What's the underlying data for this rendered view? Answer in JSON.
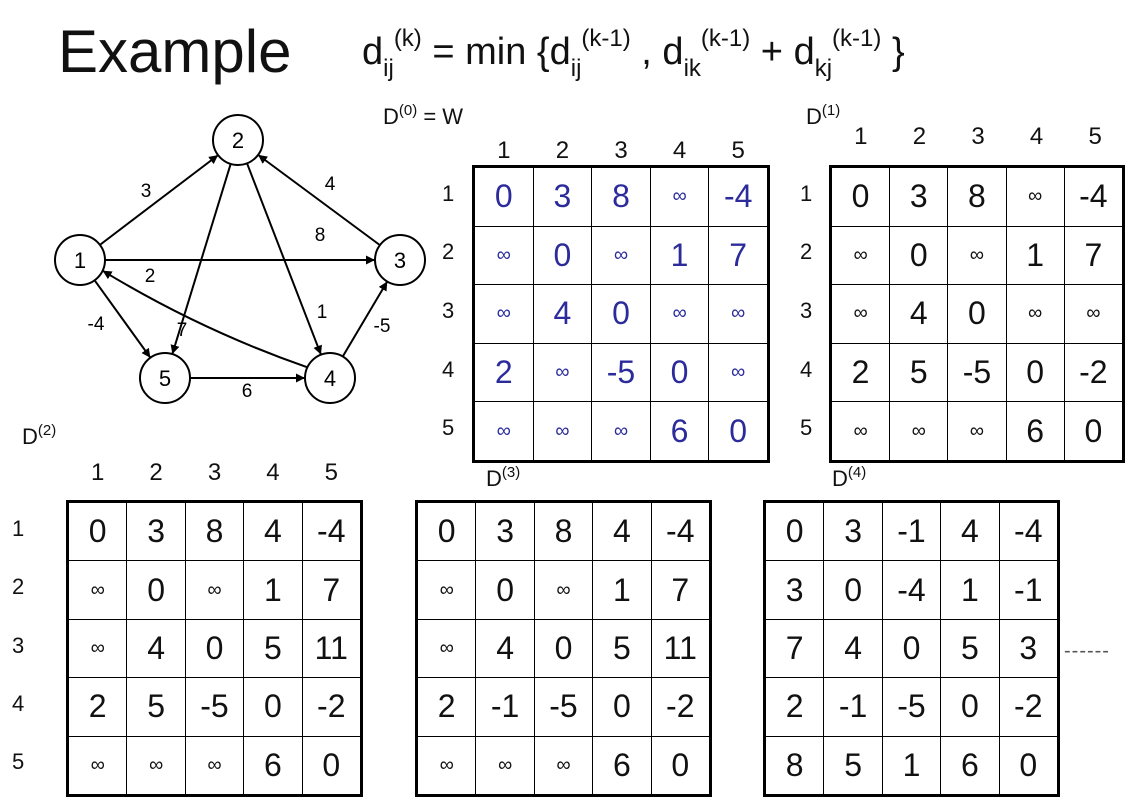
{
  "title": "Example",
  "formula": {
    "lhs": "d",
    "lhs_sub": "ij",
    "lhs_sup": "(k)",
    "eq": "= min {",
    "t1": "d",
    "t1_sub": "ij",
    "t1_sup": "(k-1)",
    "comma": ",",
    "t2": "d",
    "t2_sub": "ik",
    "t2_sup": "(k-1)",
    "plus": "+",
    "t3": "d",
    "t3_sub": "kj",
    "t3_sup": "(k-1)",
    "close": "}"
  },
  "graph": {
    "nodes": [
      {
        "id": "1",
        "label": "1"
      },
      {
        "id": "2",
        "label": "2"
      },
      {
        "id": "3",
        "label": "3"
      },
      {
        "id": "4",
        "label": "4"
      },
      {
        "id": "5",
        "label": "5"
      }
    ],
    "edges": [
      {
        "from": "1",
        "to": "2",
        "weight": "3"
      },
      {
        "from": "1",
        "to": "3",
        "weight": "8"
      },
      {
        "from": "1",
        "to": "5",
        "weight": "-4"
      },
      {
        "from": "2",
        "to": "4",
        "weight": "1"
      },
      {
        "from": "2",
        "to": "5",
        "weight": "7"
      },
      {
        "from": "3",
        "to": "2",
        "weight": "4"
      },
      {
        "from": "4",
        "to": "1",
        "weight": "2"
      },
      {
        "from": "4",
        "to": "3",
        "weight": "-5"
      },
      {
        "from": "5",
        "to": "4",
        "weight": "6"
      }
    ]
  },
  "matrices": [
    {
      "id": "D0",
      "label_base": "D",
      "label_sup": "(0)",
      "label_suffix": " = W",
      "col_headers": [
        "1",
        "2",
        "3",
        "4",
        "5"
      ],
      "row_headers": [
        "1",
        "2",
        "3",
        "4",
        "5"
      ],
      "rows": [
        [
          "0",
          "3",
          "8",
          "∞",
          "-4"
        ],
        [
          "∞",
          "0",
          "∞",
          "1",
          "7"
        ],
        [
          "∞",
          "4",
          "0",
          "∞",
          "∞"
        ],
        [
          "2",
          "∞",
          "-5",
          "0",
          "∞"
        ],
        [
          "∞",
          "∞",
          "∞",
          "6",
          "0"
        ]
      ],
      "text_color": "#2b2b9b"
    },
    {
      "id": "D1",
      "label_base": "D",
      "label_sup": "(1)",
      "label_suffix": "",
      "col_headers": [
        "1",
        "2",
        "3",
        "4",
        "5"
      ],
      "row_headers": [
        "1",
        "2",
        "3",
        "4",
        "5"
      ],
      "rows": [
        [
          "0",
          "3",
          "8",
          "∞",
          "-4"
        ],
        [
          "∞",
          "0",
          "∞",
          "1",
          "7"
        ],
        [
          "∞",
          "4",
          "0",
          "∞",
          "∞"
        ],
        [
          "2",
          "5",
          "-5",
          "0",
          "-2"
        ],
        [
          "∞",
          "∞",
          "∞",
          "6",
          "0"
        ]
      ]
    },
    {
      "id": "D2",
      "label_base": "D",
      "label_sup": "(2)",
      "label_suffix": "",
      "col_headers": [
        "1",
        "2",
        "3",
        "4",
        "5"
      ],
      "row_headers": [
        "1",
        "2",
        "3",
        "4",
        "5"
      ],
      "rows": [
        [
          "0",
          "3",
          "8",
          "4",
          "-4"
        ],
        [
          "∞",
          "0",
          "∞",
          "1",
          "7"
        ],
        [
          "∞",
          "4",
          "0",
          "5",
          "11"
        ],
        [
          "2",
          "5",
          "-5",
          "0",
          "-2"
        ],
        [
          "∞",
          "∞",
          "∞",
          "6",
          "0"
        ]
      ]
    },
    {
      "id": "D3",
      "label_base": "D",
      "label_sup": "(3)",
      "label_suffix": "",
      "col_headers": [],
      "row_headers": [],
      "rows": [
        [
          "0",
          "3",
          "8",
          "4",
          "-4"
        ],
        [
          "∞",
          "0",
          "∞",
          "1",
          "7"
        ],
        [
          "∞",
          "4",
          "0",
          "5",
          "11"
        ],
        [
          "2",
          "-1",
          "-5",
          "0",
          "-2"
        ],
        [
          "∞",
          "∞",
          "∞",
          "6",
          "0"
        ]
      ]
    },
    {
      "id": "D4",
      "label_base": "D",
      "label_sup": "(4)",
      "label_suffix": "",
      "col_headers": [],
      "row_headers": [],
      "rows": [
        [
          "0",
          "3",
          "-1",
          "4",
          "-4"
        ],
        [
          "3",
          "0",
          "-4",
          "1",
          "-1"
        ],
        [
          "7",
          "4",
          "0",
          "5",
          "3"
        ],
        [
          "2",
          "-1",
          "-5",
          "0",
          "-2"
        ],
        [
          "8",
          "5",
          "1",
          "6",
          "0"
        ]
      ]
    }
  ],
  "continuation": "------"
}
